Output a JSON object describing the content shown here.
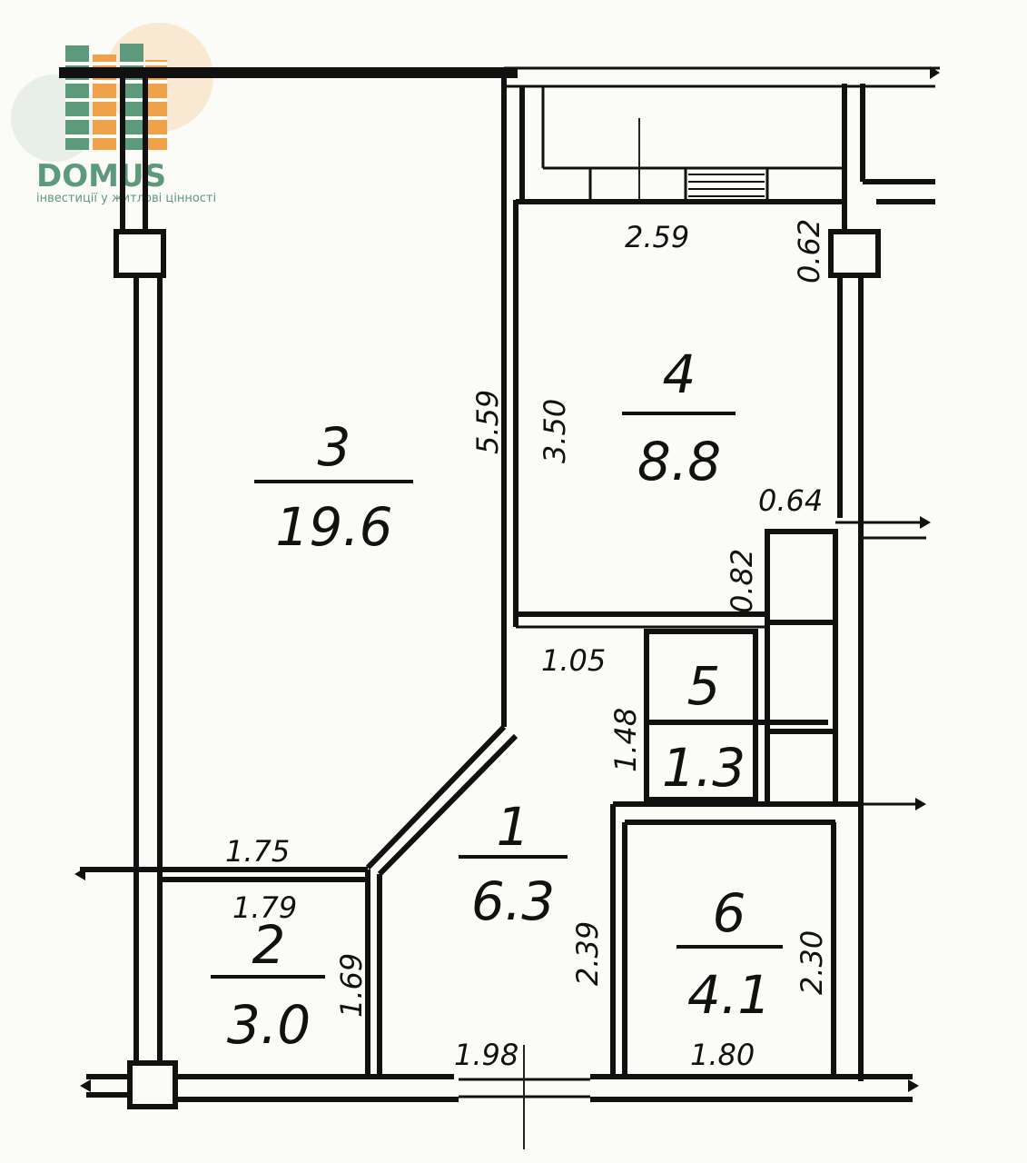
{
  "logo": {
    "title": "DOMUS",
    "subtitle": "інвестиції у житлові цінності",
    "colors": {
      "green": "#5c9a7b",
      "orange": "#f0a24a",
      "light_orange": "#f6c98d"
    }
  },
  "rooms": [
    {
      "number": "1",
      "area": "6.3"
    },
    {
      "number": "2",
      "area": "3.0"
    },
    {
      "number": "3",
      "area": "19.6"
    },
    {
      "number": "4",
      "area": "8.8"
    },
    {
      "number": "5",
      "area": "1.3"
    },
    {
      "number": "6",
      "area": "4.1"
    }
  ],
  "dimensions": {
    "d_2_59": "2.59",
    "d_0_62": "0.62",
    "d_5_59": "5.59",
    "d_3_50": "3.50",
    "d_0_64": "0.64",
    "d_0_82": "0.82",
    "d_1_05": "1.05",
    "d_1_48": "1.48",
    "d_1_75": "1.75",
    "d_1_79": "1.79",
    "d_1_69": "1.69",
    "d_2_39": "2.39",
    "d_2_30": "2.30",
    "d_1_98": "1.98",
    "d_1_80": "1.80"
  }
}
